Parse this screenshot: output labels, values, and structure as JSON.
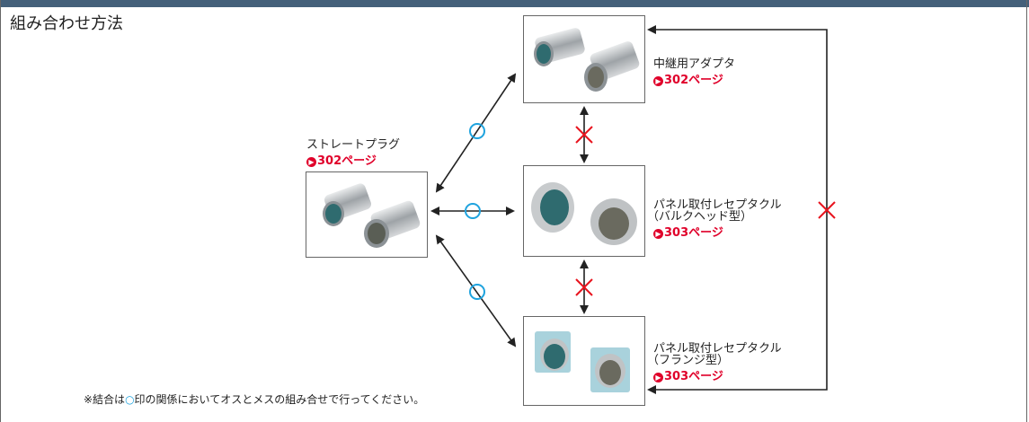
{
  "title": "組み合わせ方法",
  "products": {
    "straight_plug": {
      "name": "ストレートプラグ",
      "ref": "302ページ"
    },
    "relay_adapter": {
      "name": "中継用アダプタ",
      "ref": "302ページ"
    },
    "panel_bulkhead": {
      "name_line1": "パネル取付レセプタクル",
      "name_line2": "（バルクヘッド型）",
      "ref": "303ページ"
    },
    "panel_flange": {
      "name_line1": "パネル取付レセプタクル",
      "name_line2": "（フランジ型）",
      "ref": "303ページ"
    }
  },
  "note": {
    "prefix": "※結合は",
    "symbol": "○",
    "suffix": "印の関係においてオスとメスの組み合せで行ってください。"
  },
  "colors": {
    "header": "#44607a",
    "ok_circle": "#1fa3de",
    "ng_cross": "#e8141e",
    "page_ref": "#e0002a",
    "connector_metal": "#b9bcbf",
    "connector_flange": "#a9d2dc"
  }
}
